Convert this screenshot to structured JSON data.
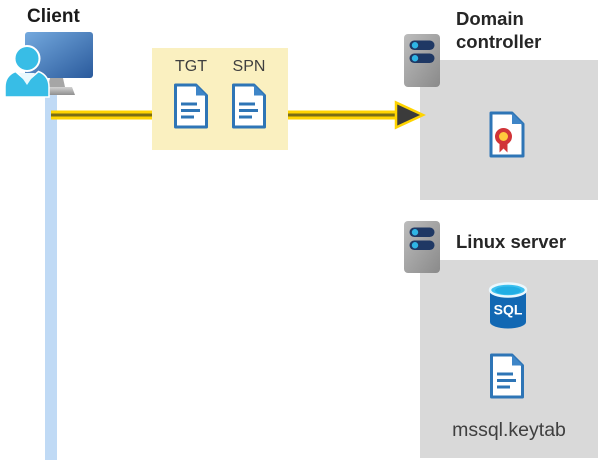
{
  "client": {
    "label": "Client"
  },
  "ticket_box": {
    "tgt_label": "TGT",
    "spn_label": "SPN"
  },
  "domain_controller": {
    "label": "Domain controller"
  },
  "linux_server": {
    "label": "Linux server",
    "sql_icon_label": "SQL",
    "keytab_label": "mssql.keytab"
  },
  "colors": {
    "arrow_yellow": "#FFD400",
    "arrow_core_olive": "#7A6E14",
    "arrowhead_dark": "#3B3B3B",
    "ticket_box_bg": "#FAF0C0",
    "server_box_bg": "#D9D9D9",
    "client_line_blue": "#C0DAF5",
    "document_blue": "#2E75B6",
    "document_fold_blue": "#3E85C7",
    "server_slot_navy": "#1F3864",
    "accent_cyan": "#2FB5E5",
    "sql_body_blue": "#1268B3",
    "certificate_red": "#D13438",
    "certificate_gold": "#FFC83D",
    "heading_text": "#262626",
    "body_text": "#3F3F3F"
  }
}
